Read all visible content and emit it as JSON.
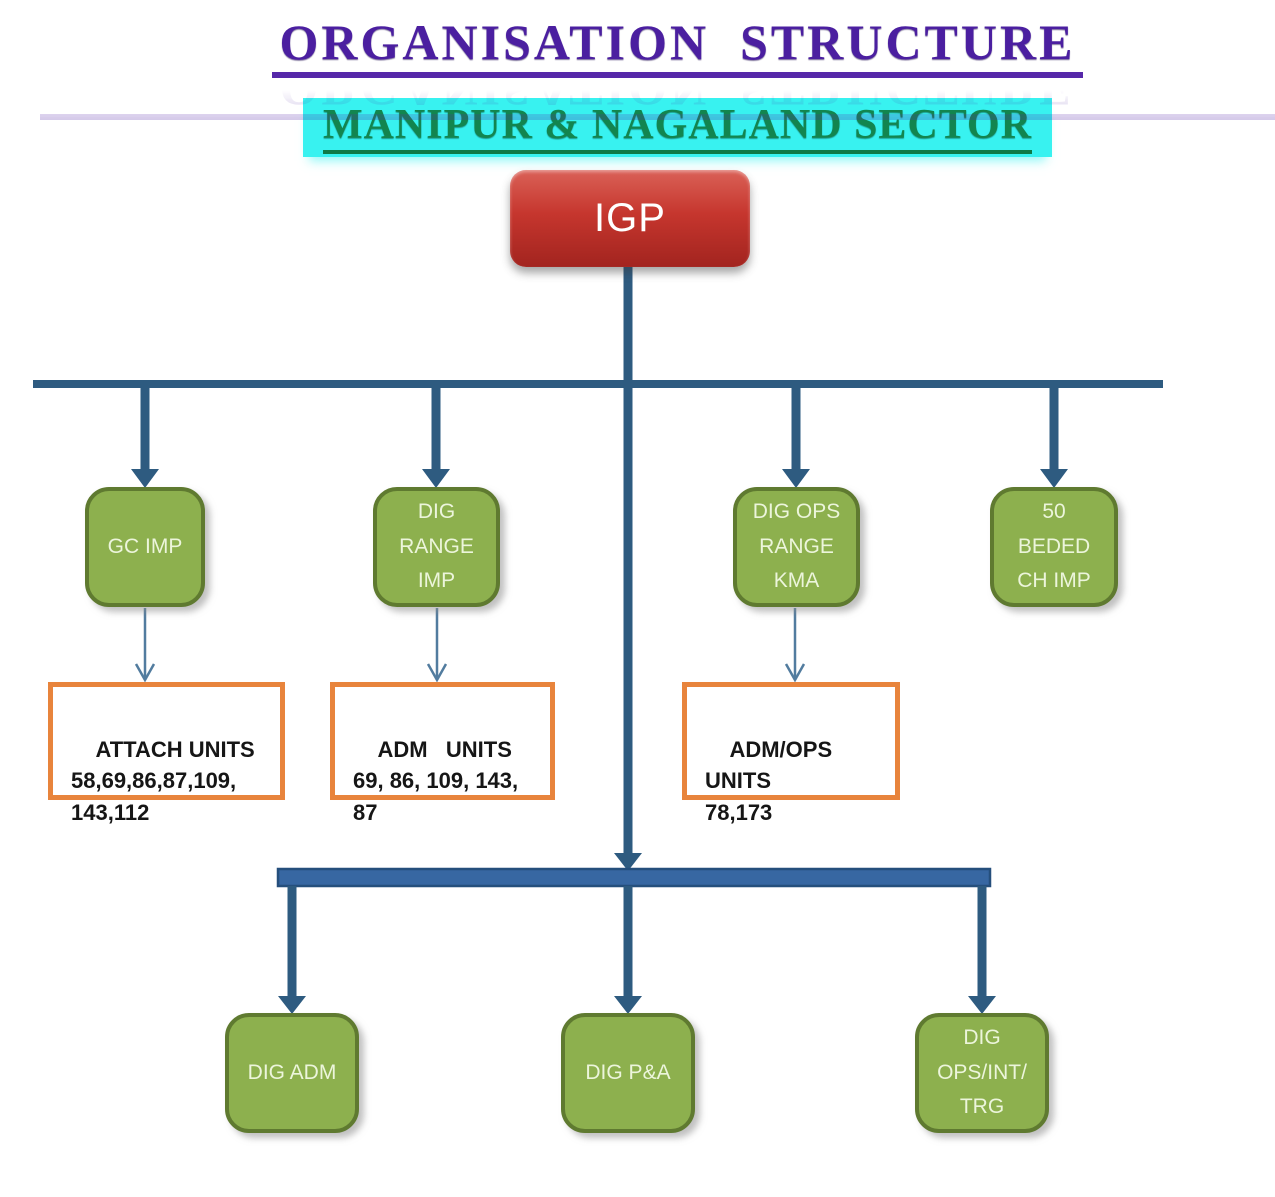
{
  "header": {
    "title": "ORGANISATION  STRUCTURE",
    "subtitle": "MANIPUR & NAGALAND SECTOR"
  },
  "org": {
    "root": {
      "label": "IGP"
    },
    "level1": [
      {
        "id": "gc-imp",
        "label": "GC IMP"
      },
      {
        "id": "dig-range-imp",
        "label": "DIG\nRANGE\nIMP"
      },
      {
        "id": "dig-ops-range-kma",
        "label": "DIG OPS\nRANGE\nKMA"
      },
      {
        "id": "50-beded-ch-imp",
        "label": "50\nBEDED\nCH IMP"
      }
    ],
    "units": [
      {
        "id": "attach-units",
        "label": "ATTACH UNITS\n58,69,86,87,109,\n143,112"
      },
      {
        "id": "adm-units",
        "label": "ADM   UNITS\n69, 86, 109, 143, 87"
      },
      {
        "id": "adm-ops-units",
        "label": "ADM/OPS UNITS\n78,173"
      }
    ],
    "level2": [
      {
        "id": "dig-adm",
        "label": "DIG ADM"
      },
      {
        "id": "dig-pa",
        "label": "DIG P&A"
      },
      {
        "id": "dig-ops-int-trg",
        "label": "DIG\nOPS/INT/\nTRG"
      }
    ]
  },
  "colors": {
    "connector_blue": "#2E5B80",
    "bus_bar_fill": "#3767A2",
    "bus_bar_border": "#254F7C",
    "thin_arrow_blue": "#527C9F",
    "node_green_fill": "#8DB04E",
    "node_green_border": "#5F7A30",
    "node_green_text": "#ECF5DB",
    "root_red": "#C6362E",
    "unit_orange_border": "#E8843C",
    "title_purple": "#4B1FA0",
    "subtitle_green": "#12854F",
    "subtitle_highlight_cyan": "#38F2F0"
  }
}
